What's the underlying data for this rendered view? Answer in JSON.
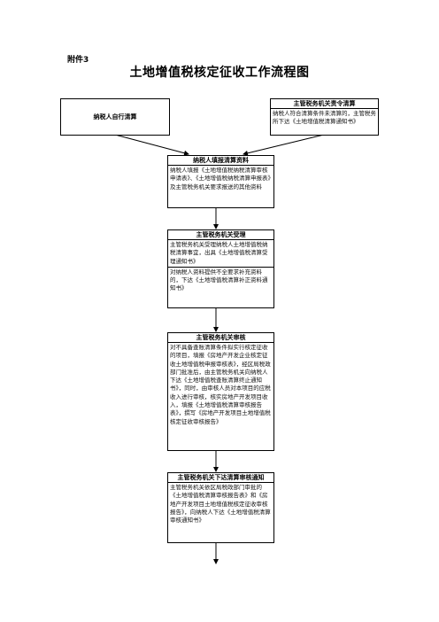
{
  "attachment_label": "附件3",
  "title": "土地增值税核定征收工作流程图",
  "taxpayer_self_box": {
    "label": "纳税人自行清算"
  },
  "authority_order_box": {
    "header": "主管税务机关责令清算",
    "body": "纳税人符合清算条件未清算的，主管税务所下达《土地增值税清算通知书》"
  },
  "submit_box": {
    "header": "纳税人填报清算资料",
    "body": "纳税人填报《土地增值税纳税清算审核申请表》、《土地增值税纳税清算申报表》及主管税务机关要求报送的其他资料"
  },
  "accept_box": {
    "header": "主管税务机关受理",
    "body": "主管税务机关受理纳税人土地增值税纳税清算事宜，出具《土地增值税清算受理通知书》",
    "body2": "对纳税人资料提供不全要求补充资料的，下达《土地增值税清算补正资料通知书》"
  },
  "review_box": {
    "header": "主管税务机关审核",
    "body": "对不具备查账清算条件拟实行核定征收的项目，填报《房地产开发企业核定征收土地增值税申报审核表》，经区局税政部门批准后，由主管税务机关向纳税人下达《土地增值税查账清算终止通知书》，同时，由审核人员对本项目的应税收入进行审核，核实房地产开发项目收入，填报《土地增值税清算审核报告表》，撰写《房地产开发项目土地增值税核定征收审核报告》"
  },
  "notice_box": {
    "header": "主管税务机关下达清算审核通知",
    "body": "主管税务机关依区局税政部门审批的《土地增值税清算审核报告表》和《房地产开发项目土地增值税核定征收审核报告》，向纳税人下达《土地增值税清算审核通知书》"
  }
}
